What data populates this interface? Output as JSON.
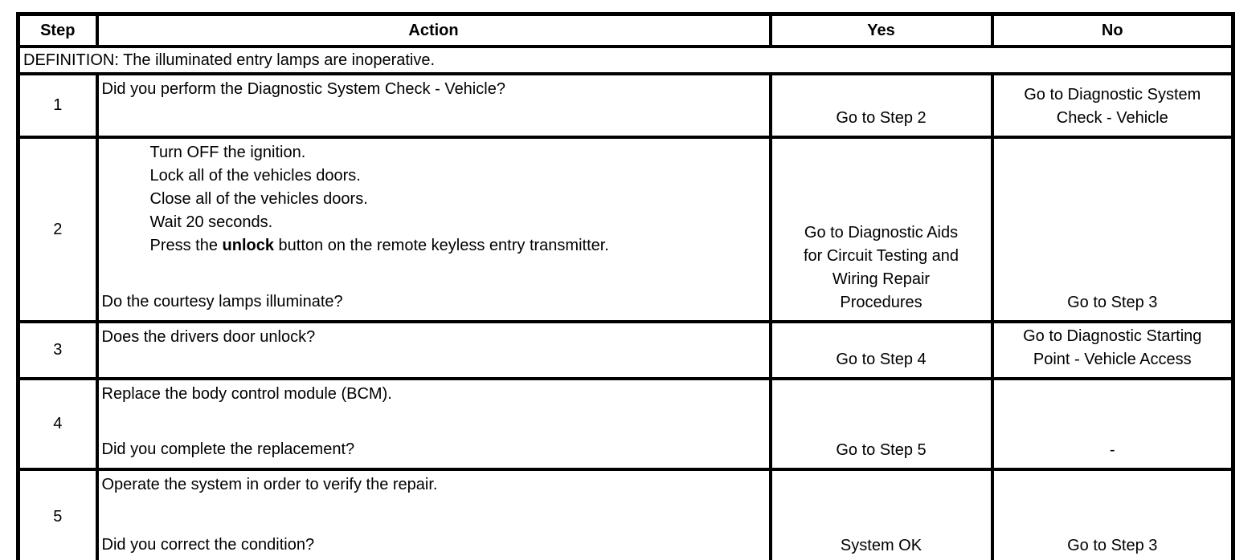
{
  "colors": {
    "border": "#000000",
    "background": "#ffffff",
    "text": "#000000"
  },
  "table": {
    "headers": {
      "step": "Step",
      "action": "Action",
      "yes": "Yes",
      "no": "No"
    },
    "definition": "DEFINITION: The illuminated entry lamps are inoperative.",
    "rows": [
      {
        "step": "1",
        "action_question": "Did you perform the Diagnostic System Check - Vehicle?",
        "yes": "Go to Step 2",
        "no": "Go to Diagnostic System\nCheck - Vehicle"
      },
      {
        "step": "2",
        "action_list": [
          "Turn OFF the ignition.",
          "Lock all of the vehicles doors.",
          "Close all of the vehicles doors.",
          "Wait 20 seconds.",
          {
            "prefix": "Press the ",
            "bold": "unlock",
            "suffix": " button on the remote keyless entry transmitter."
          }
        ],
        "action_question": "Do the courtesy lamps illuminate?",
        "yes": "Go to Diagnostic Aids\nfor Circuit Testing and\nWiring Repair\nProcedures",
        "no": "Go to Step 3"
      },
      {
        "step": "3",
        "action_question": "Does the drivers door unlock?",
        "yes": "Go to Step 4",
        "no": "Go to Diagnostic Starting\nPoint - Vehicle Access"
      },
      {
        "step": "4",
        "action_statement": "Replace the body control module (BCM).",
        "action_question": "Did you complete the replacement?",
        "yes": "Go to Step 5",
        "no": "-"
      },
      {
        "step": "5",
        "action_statement": "Operate the system in order to verify the repair.",
        "action_question": "Did you correct the condition?",
        "yes": "System OK",
        "no": "Go to Step 3"
      }
    ]
  }
}
